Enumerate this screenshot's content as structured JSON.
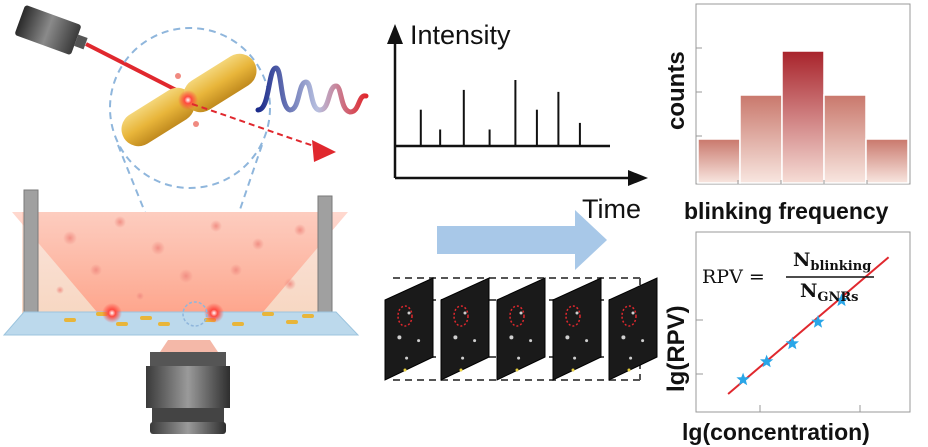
{
  "intensity_plot": {
    "ylabel": "Intensity",
    "xlabel": "Time",
    "spikes": [
      {
        "t": 0.12,
        "h": 0.55
      },
      {
        "t": 0.21,
        "h": 0.25
      },
      {
        "t": 0.32,
        "h": 0.85
      },
      {
        "t": 0.44,
        "h": 0.25
      },
      {
        "t": 0.56,
        "h": 1.0
      },
      {
        "t": 0.66,
        "h": 0.55
      },
      {
        "t": 0.76,
        "h": 0.82
      },
      {
        "t": 0.86,
        "h": 0.35
      }
    ]
  },
  "histogram": {
    "ylabel": "counts",
    "xlabel": "blinking frequency",
    "values": [
      1,
      2,
      3,
      2,
      1
    ],
    "highlight_index": 2,
    "bar_color": "#e8bfb4",
    "peak_color": "#a8232b"
  },
  "calibration_plot": {
    "ylabel": "lg(RPV)",
    "xlabel": "lg(concentration)",
    "formula": {
      "lhs": "RPV =",
      "numerator": "N",
      "numerator_sub": "blinking",
      "denominator": "N",
      "denominator_sub": "GNRs"
    },
    "points": [
      {
        "x": 0.22,
        "y": 0.18
      },
      {
        "x": 0.33,
        "y": 0.28
      },
      {
        "x": 0.45,
        "y": 0.38
      },
      {
        "x": 0.57,
        "y": 0.5
      },
      {
        "x": 0.68,
        "y": 0.62
      }
    ],
    "fit_line": [
      [
        0.15,
        0.1
      ],
      [
        0.9,
        0.86
      ]
    ],
    "line_color": "#e0282e",
    "marker_color": "#29a6e8"
  },
  "frames": {
    "count": 5
  },
  "colors": {
    "laser": "#e0282e",
    "arrow": "#a8c8e8",
    "gold": "#e8b53a",
    "dashed": "#8fb6dc"
  }
}
